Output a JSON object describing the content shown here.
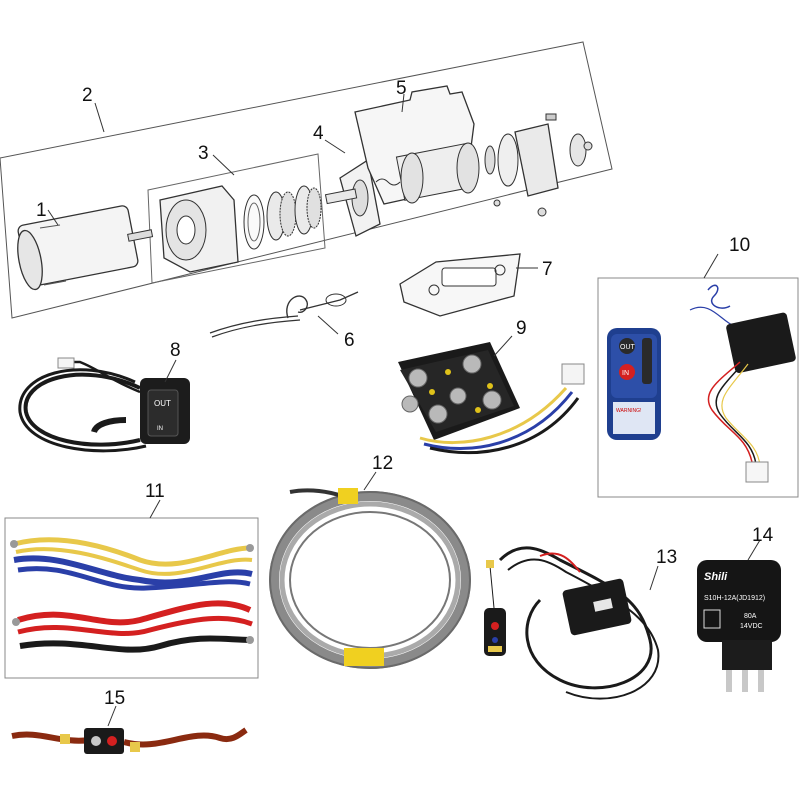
{
  "callouts": {
    "p1": "1",
    "p2": "2",
    "p3": "3",
    "p4": "4",
    "p5": "5",
    "p6": "6",
    "p7": "7",
    "p8": "8",
    "p9": "9",
    "p10": "10",
    "p11": "11",
    "p12": "12",
    "p13": "13",
    "p14": "14",
    "p15": "15"
  },
  "switch": {
    "out_label": "OUT",
    "in_label": "IN"
  },
  "remote": {
    "out_label": "OUT",
    "in_label": "IN",
    "warning_label": "WARNING!"
  },
  "relay": {
    "brand": "Shili",
    "model": "S10H-12A(JD1912)",
    "rating1": "80A",
    "rating2": "14VDC"
  },
  "colors": {
    "line": "#333333",
    "sketch": "#444444",
    "cable_black": "#1a1a1a",
    "wire_red": "#d42020",
    "wire_blue": "#2a3fa8",
    "wire_yellow": "#e8c84a",
    "remote_blue": "#1f3f8f",
    "relay_black": "#151515"
  }
}
